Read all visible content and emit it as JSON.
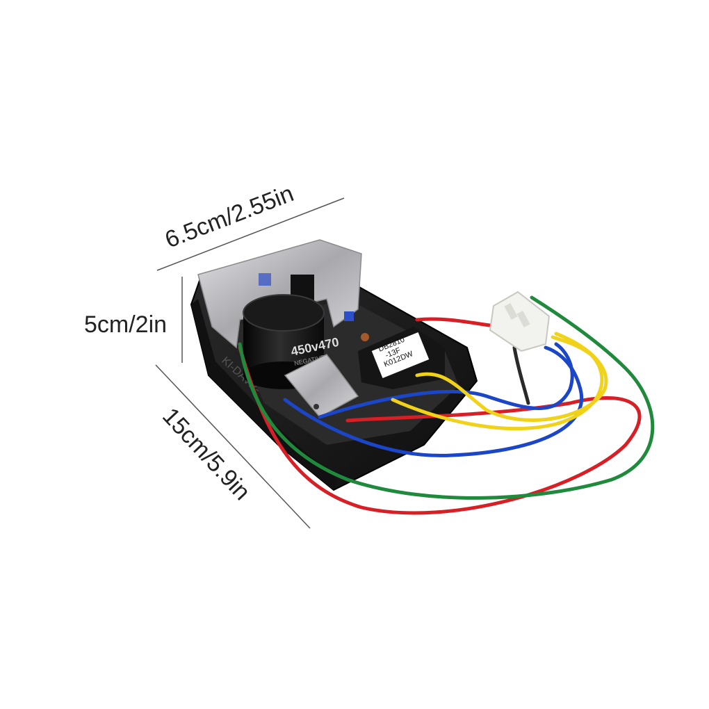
{
  "dimensions": {
    "top": "6.5cm/2.55in",
    "left": "5cm/2in",
    "diagonal": "15cm/5.9in"
  },
  "product_labels": {
    "capacitor": "450v470",
    "capacitor_sub": "NEGATIVE",
    "module_line1": "DB2810",
    "module_line2": "-13F",
    "module_line3": "K012DW",
    "case_side": "KI-DAVR-"
  },
  "colors": {
    "background": "#ffffff",
    "case": "#1b1b1b",
    "heatsink": "#c9c9cc",
    "wire_red": "#d81f26",
    "wire_green": "#1f8a3c",
    "wire_blue": "#1c46c8",
    "wire_yellow": "#f0d21a",
    "wire_black": "#2a2a2a",
    "connector": "#f2f2ee"
  }
}
